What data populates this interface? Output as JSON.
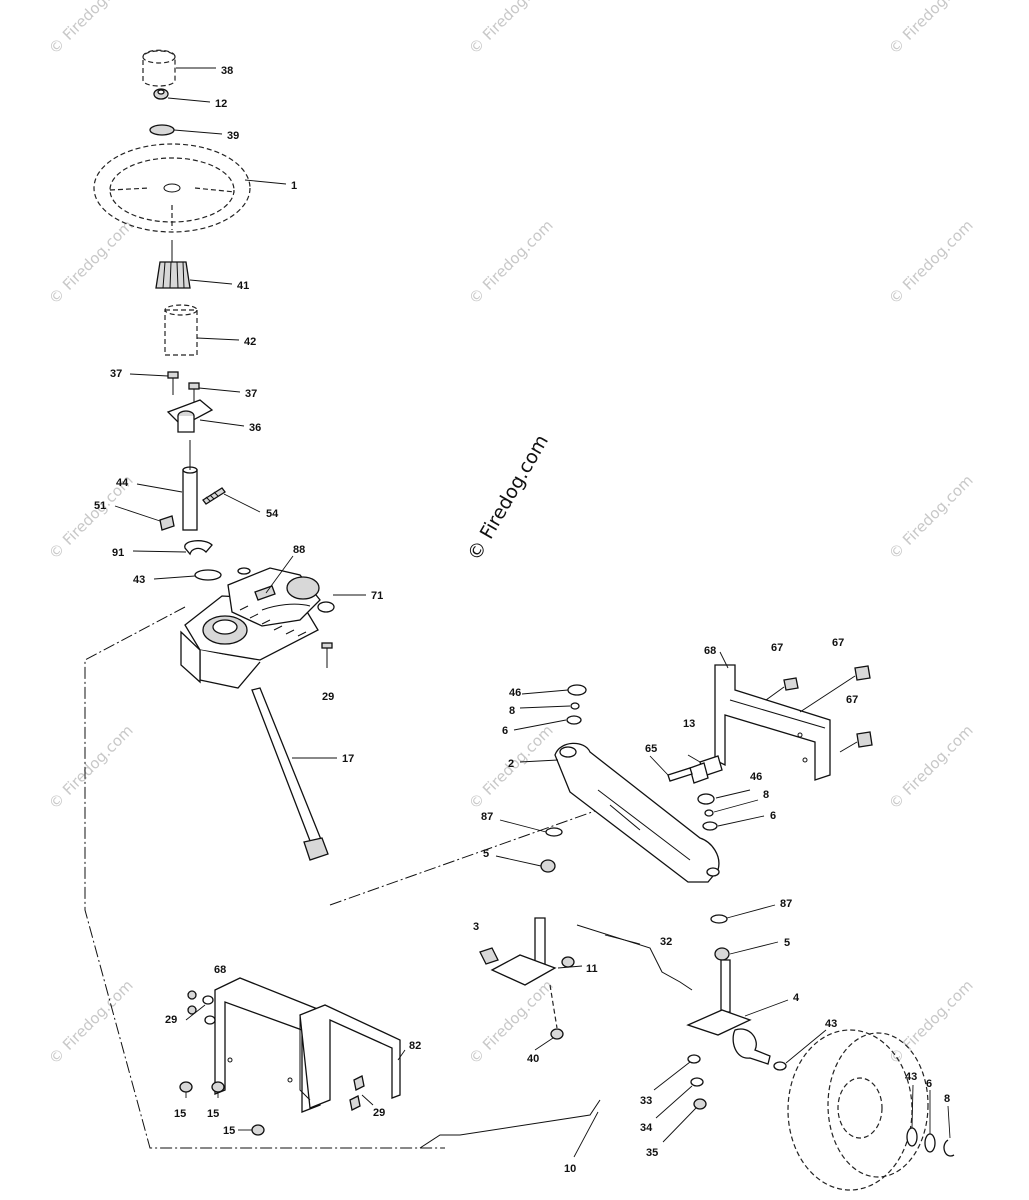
{
  "watermark": {
    "text": "© Firedog.com",
    "center_text": "© Firedog.com"
  },
  "callouts": [
    {
      "id": "c38",
      "label": "38"
    },
    {
      "id": "c12",
      "label": "12"
    },
    {
      "id": "c39",
      "label": "39"
    },
    {
      "id": "c1",
      "label": "1"
    },
    {
      "id": "c41",
      "label": "41"
    },
    {
      "id": "c42",
      "label": "42"
    },
    {
      "id": "c37a",
      "label": "37"
    },
    {
      "id": "c37b",
      "label": "37"
    },
    {
      "id": "c36",
      "label": "36"
    },
    {
      "id": "c44",
      "label": "44"
    },
    {
      "id": "c51",
      "label": "51"
    },
    {
      "id": "c54",
      "label": "54"
    },
    {
      "id": "c91",
      "label": "91"
    },
    {
      "id": "c88",
      "label": "88"
    },
    {
      "id": "c43a",
      "label": "43"
    },
    {
      "id": "c71",
      "label": "71"
    },
    {
      "id": "c29a",
      "label": "29"
    },
    {
      "id": "c17",
      "label": "17"
    },
    {
      "id": "c68a",
      "label": "68"
    },
    {
      "id": "c67a",
      "label": "67"
    },
    {
      "id": "c67b",
      "label": "67"
    },
    {
      "id": "c67c",
      "label": "67"
    },
    {
      "id": "c46a",
      "label": "46"
    },
    {
      "id": "c8a",
      "label": "8"
    },
    {
      "id": "c6a",
      "label": "6"
    },
    {
      "id": "c13",
      "label": "13"
    },
    {
      "id": "c65",
      "label": "65"
    },
    {
      "id": "c2",
      "label": "2"
    },
    {
      "id": "c46b",
      "label": "46"
    },
    {
      "id": "c8b",
      "label": "8"
    },
    {
      "id": "c6b",
      "label": "6"
    },
    {
      "id": "c87a",
      "label": "87"
    },
    {
      "id": "c5a",
      "label": "5"
    },
    {
      "id": "c87b",
      "label": "87"
    },
    {
      "id": "c3",
      "label": "3"
    },
    {
      "id": "c32",
      "label": "32"
    },
    {
      "id": "c5b",
      "label": "5"
    },
    {
      "id": "c11",
      "label": "11"
    },
    {
      "id": "c4",
      "label": "4"
    },
    {
      "id": "c40",
      "label": "40"
    },
    {
      "id": "c68b",
      "label": "68"
    },
    {
      "id": "c29b",
      "label": "29"
    },
    {
      "id": "c82",
      "label": "82"
    },
    {
      "id": "c43b",
      "label": "43"
    },
    {
      "id": "c29c",
      "label": "29"
    },
    {
      "id": "c15a",
      "label": "15"
    },
    {
      "id": "c15b",
      "label": "15"
    },
    {
      "id": "c15c",
      "label": "15"
    },
    {
      "id": "c33",
      "label": "33"
    },
    {
      "id": "c34",
      "label": "34"
    },
    {
      "id": "c35",
      "label": "35"
    },
    {
      "id": "c10",
      "label": "10"
    },
    {
      "id": "c43c",
      "label": "43"
    },
    {
      "id": "c6c",
      "label": "6"
    },
    {
      "id": "c8c",
      "label": "8"
    }
  ]
}
